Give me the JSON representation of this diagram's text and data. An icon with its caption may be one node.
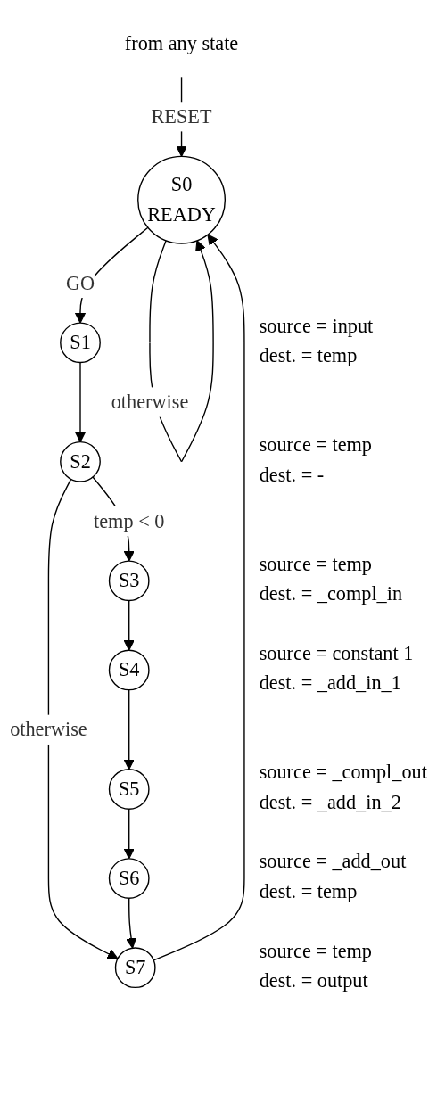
{
  "diagram": {
    "nodes": [
      {
        "text": [
          "S0",
          "READY"
        ]
      },
      {
        "text": [
          "S1"
        ],
        "beside": [
          "source = input",
          "dest. = temp"
        ]
      },
      {
        "text": [
          "S2"
        ],
        "beside": [
          "source = temp",
          "dest. = -"
        ]
      },
      {
        "text": [
          "S3"
        ],
        "beside": [
          "source = temp",
          "dest. = _compl_in"
        ]
      },
      {
        "text": [
          "S4"
        ],
        "beside": [
          "source = constant 1",
          "dest. = _add_in_1"
        ]
      },
      {
        "text": [
          "S5"
        ],
        "beside": [
          "source = _compl_out",
          "dest. = _add_in_2"
        ]
      },
      {
        "text": [
          "S6"
        ],
        "beside": [
          "source = _add_out",
          "dest. = temp"
        ]
      },
      {
        "text": [
          "S7"
        ],
        "beside": [
          "source = temp",
          "dest. = output"
        ]
      },
      {
        "text": [
          "from any state"
        ]
      }
    ],
    "edges": [
      {
        "from": 8,
        "to": 0,
        "arrow": "to",
        "label": "RESET"
      },
      {
        "from": 0,
        "to": 0,
        "arrow": "to",
        "label": "otherwise"
      },
      {
        "from": 0,
        "to": 1,
        "arrow": "to",
        "label": "GO"
      },
      {
        "from": 1,
        "to": 2,
        "arrow": "to"
      },
      {
        "from": 2,
        "to": 3,
        "arrow": "to",
        "label": "temp <  0"
      },
      {
        "from": 2,
        "to": 7,
        "arrow": "to",
        "label": "otherwise"
      },
      {
        "from": 3,
        "to": 4,
        "arrow": "to"
      },
      {
        "from": 4,
        "to": 5,
        "arrow": "to"
      },
      {
        "from": 5,
        "to": 6,
        "arrow": "to"
      },
      {
        "from": 6,
        "to": 7,
        "arrow": "to"
      },
      {
        "from": 7,
        "to": 0,
        "arrow": "to"
      }
    ]
  }
}
